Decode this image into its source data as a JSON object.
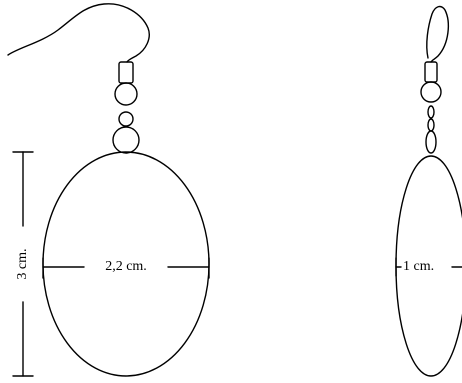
{
  "front_view": {
    "height_label": "3 cm.",
    "width_label": "2,2 cm."
  },
  "side_view": {
    "thickness_label": "1 cm."
  },
  "colors": {
    "stroke": "#000000",
    "background": "#ffffff"
  }
}
